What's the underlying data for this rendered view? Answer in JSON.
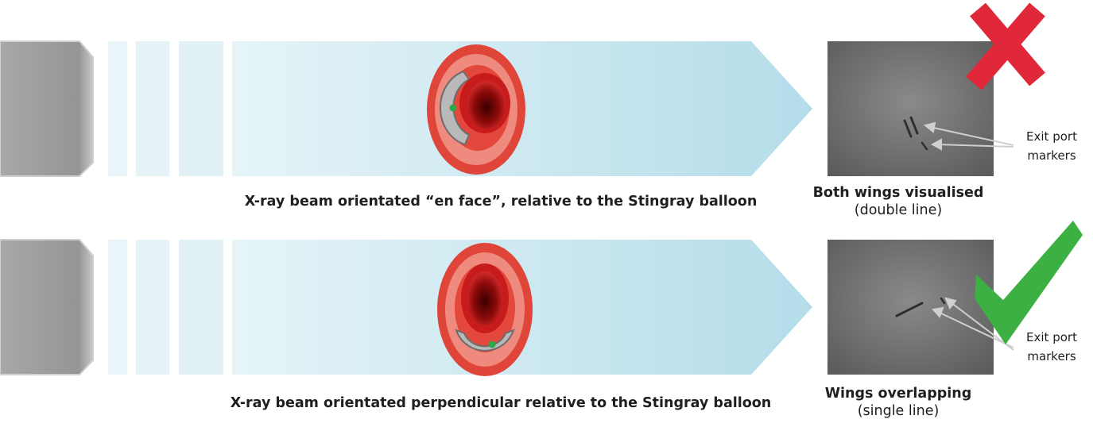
{
  "panels": [
    {
      "id": "top",
      "beam_caption": "X-ray beam orientated “en face”, relative to the Stingray balloon",
      "result_title": "Both wings visualised",
      "result_subtitle": "(double line)",
      "marker_label_line1": "Exit port",
      "marker_label_line2": "markers",
      "verdict": "incorrect",
      "verdict_icon": "red-cross-icon"
    },
    {
      "id": "bottom",
      "beam_caption": "X-ray beam orientated perpendicular relative to the Stingray balloon",
      "result_title": "Wings overlapping",
      "result_subtitle": "(single line)",
      "marker_label_line1": "Exit port",
      "marker_label_line2": "markers",
      "verdict": "correct",
      "verdict_icon": "green-check-icon"
    }
  ],
  "colors": {
    "beam": "#bfe3ee",
    "vessel_outer": "#e0453a",
    "vessel_inner": "#8b0000",
    "cross": "#e0283a",
    "check": "#3cb043",
    "source": "#9a9a9a"
  }
}
